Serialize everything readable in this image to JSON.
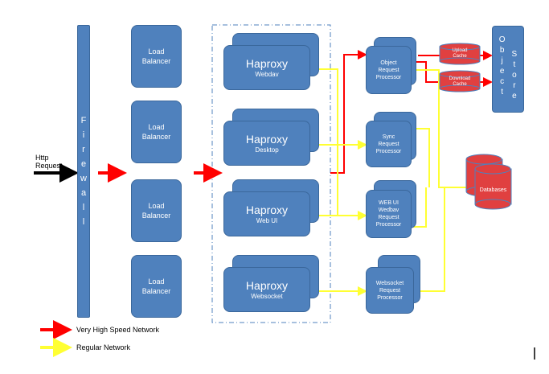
{
  "firewall": {
    "letters": [
      "F",
      "i",
      "r",
      "e",
      "w",
      "a",
      "l",
      "l"
    ]
  },
  "http_request": {
    "line1": "Http",
    "line2": "Request"
  },
  "load_balancers": [
    {
      "line1": "Load",
      "line2": "Balancer"
    },
    {
      "line1": "Load",
      "line2": "Balancer"
    },
    {
      "line1": "Load",
      "line2": "Balancer"
    },
    {
      "line1": "Load",
      "line2": "Balancer"
    }
  ],
  "haproxies": [
    {
      "title": "Haproxy",
      "sub": "Webdav"
    },
    {
      "title": "Haproxy",
      "sub": "Desktop"
    },
    {
      "title": "Haproxy",
      "sub": "Web UI"
    },
    {
      "title": "Haproxy",
      "sub": "Websocket"
    }
  ],
  "processors": [
    {
      "lines": [
        "Object",
        "Request",
        "Processor"
      ]
    },
    {
      "lines": [
        "Sync",
        "Request",
        "Processor"
      ]
    },
    {
      "lines": [
        "WEB UI",
        "Wedbav",
        "Request",
        "Processor"
      ]
    },
    {
      "lines": [
        "Websocket",
        "Request",
        "Processor"
      ]
    }
  ],
  "caches": {
    "upload": {
      "line1": "Upload",
      "line2": "Cache"
    },
    "download": {
      "line1": "Download",
      "line2": "Cache"
    }
  },
  "object_store": {
    "col1": [
      "O",
      "b",
      "j",
      "e",
      "c",
      "t"
    ],
    "col2": [
      "S",
      "t",
      "o",
      "r",
      "e"
    ]
  },
  "databases": {
    "label": "Databases"
  },
  "legend": {
    "high_speed": "Very High Speed Network",
    "regular": "Regular Network"
  },
  "colors": {
    "box": "#4f81bd",
    "high_speed": "#ff0000",
    "regular": "#ffff33",
    "db": "#e04040"
  }
}
